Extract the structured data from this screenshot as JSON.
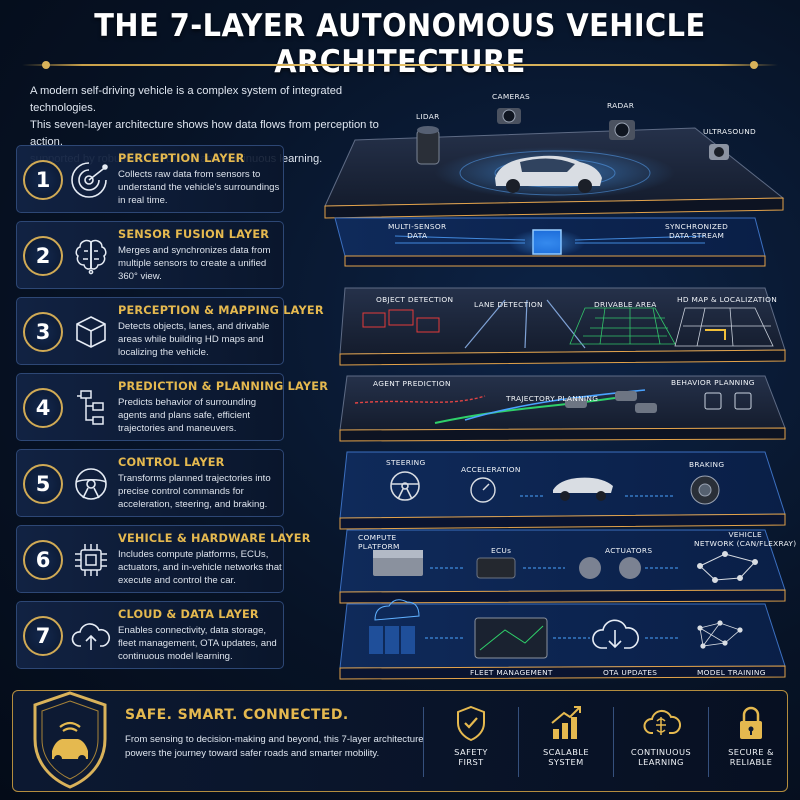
{
  "title": "THE 7-LAYER AUTONOMOUS VEHICLE ARCHITECTURE",
  "intro": [
    "A modern self-driving vehicle is a complex system of integrated technologies.",
    "This seven-layer architecture shows how data flows from perception to action,",
    "supported by robust infrastructure and continuous learning."
  ],
  "layers": [
    {
      "number": "1",
      "title": "PERCEPTION LAYER",
      "icon": "radar-sweep-icon",
      "description": "Collects raw data from sensors to understand the vehicle's surroundings in real time."
    },
    {
      "number": "2",
      "title": "SENSOR FUSION LAYER",
      "icon": "brain-circuit-icon",
      "description": "Merges and synchronizes data from multiple sensors to create a unified 360° view."
    },
    {
      "number": "3",
      "title": "PERCEPTION & MAPPING LAYER",
      "icon": "cube-icon",
      "description": "Detects objects, lanes, and drivable areas while building HD maps and localizing the vehicle."
    },
    {
      "number": "4",
      "title": "PREDICTION & PLANNING LAYER",
      "icon": "flowchart-icon",
      "description": "Predicts behavior of surrounding agents and plans safe, efficient trajectories and maneuvers."
    },
    {
      "number": "5",
      "title": "CONTROL LAYER",
      "icon": "steering-wheel-icon",
      "description": "Transforms planned trajectories into precise control commands for acceleration, steering, and braking."
    },
    {
      "number": "6",
      "title": "VEHICLE & HARDWARE LAYER",
      "icon": "chip-icon",
      "description": "Includes compute platforms, ECUs, actuators, and in-vehicle networks that execute and control the car."
    },
    {
      "number": "7",
      "title": "CLOUD & DATA LAYER",
      "icon": "cloud-upload-icon",
      "description": "Enables connectivity, data storage, fleet management, OTA updates, and continuous model learning."
    }
  ],
  "platform_labels": {
    "lidar": "LIDAR",
    "cameras": "CAMERAS",
    "radar": "RADAR",
    "ultrasound": "ULTRASOUND",
    "multi_sensor": "MULTI-SENSOR\nDATA",
    "sync_stream": "SYNCHRONIZED\nDATA STREAM",
    "object_detection": "OBJECT DETECTION",
    "lane_detection": "LANE DETECTION",
    "drivable_area": "DRIVABLE AREA",
    "hd_map": "HD MAP & LOCALIZATION",
    "agent_prediction": "AGENT PREDICTION",
    "trajectory_planning": "TRAJECTORY PLANNING",
    "behavior_planning": "BEHAVIOR PLANNING",
    "steering": "STEERING",
    "acceleration": "ACCELERATION",
    "braking": "BRAKING",
    "compute_platform": "COMPUTE\nPLATFORM",
    "ecus": "ECUs",
    "actuators": "ACTUATORS",
    "vehicle_network": "VEHICLE\nNETWORK (CAN/FLEXRAY)",
    "fleet_management": "FLEET MANAGEMENT",
    "ota_updates": "OTA UPDATES",
    "model_training": "MODEL TRAINING"
  },
  "footer": {
    "title": "SAFE. SMART. CONNECTED.",
    "text": "From sensing to decision-making and beyond, this 7-layer architecture powers the journey toward safer roads and smarter mobility.",
    "pillars": [
      {
        "label": "SAFETY\nFIRST",
        "icon": "shield-check-icon"
      },
      {
        "label": "SCALABLE\nSYSTEM",
        "icon": "growth-chart-icon"
      },
      {
        "label": "CONTINUOUS\nLEARNING",
        "icon": "brain-cloud-icon"
      },
      {
        "label": "SECURE &\nRELIABLE",
        "icon": "padlock-icon"
      }
    ]
  },
  "colors": {
    "accent_gold": "#e5b94f",
    "background": "#071326",
    "glow_blue": "#3b8cff"
  }
}
